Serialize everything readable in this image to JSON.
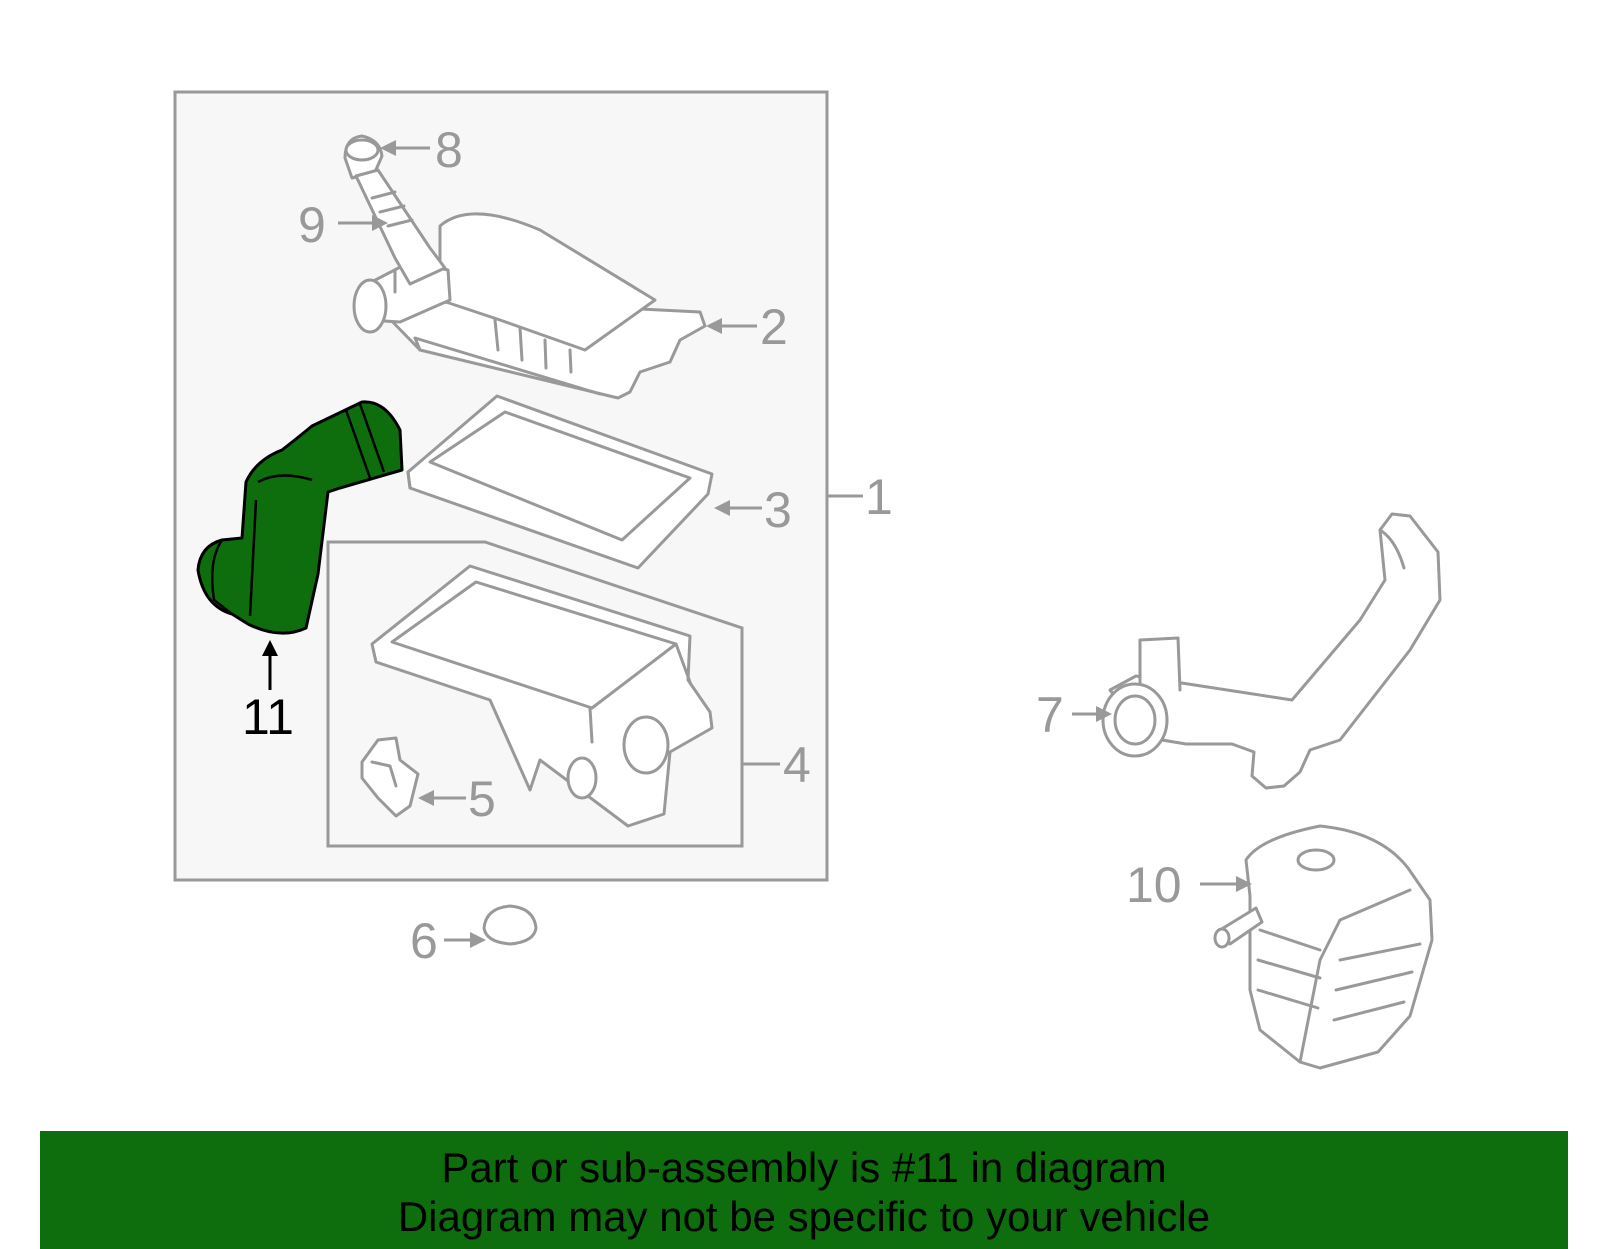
{
  "diagram": {
    "labels": {
      "p1": "1",
      "p2": "2",
      "p3": "3",
      "p4": "4",
      "p5": "5",
      "p6": "6",
      "p7": "7",
      "p8": "8",
      "p9": "9",
      "p10": "10",
      "p11": "11"
    },
    "highlighted_part": "11",
    "colors": {
      "highlight": "#0e6e0e",
      "line": "#999999",
      "assembly_box_fill": "#f7f7f7",
      "banner": "#0e6e0e"
    }
  },
  "banner": {
    "line1": "Part or sub-assembly is #11 in diagram",
    "line2": "Diagram may not be specific to your vehicle"
  }
}
